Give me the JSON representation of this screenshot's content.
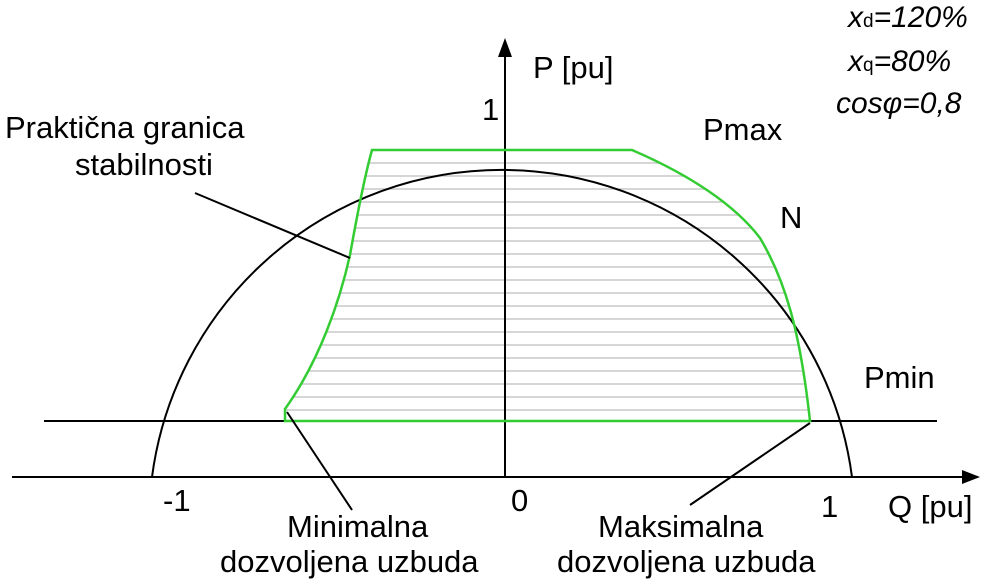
{
  "axes": {
    "y_label": "P [pu]",
    "x_label": "Q [pu]",
    "y_tick_1": "1",
    "x_tick_neg1": "-1",
    "x_tick_0": "0",
    "x_tick_1": "1"
  },
  "params": {
    "xd_symbol": "x",
    "xd_sub": "d",
    "xd_value": "=120%",
    "xq_symbol": "x",
    "xq_sub": "q",
    "xq_value": "=80%",
    "cosphi": "cosφ=0,8"
  },
  "labels": {
    "pmax": "Pmax",
    "n": "N",
    "pmin": "Pmin",
    "stability_line1": "Praktična granica",
    "stability_line2": "stabilnosti",
    "min_exc_line1": "Minimalna",
    "min_exc_line2": "dozvoljena uzbuda",
    "max_exc_line1": "Maksimalna",
    "max_exc_line2": "dozvoljena uzbuda"
  },
  "colors": {
    "region_outline": "#33cc33",
    "hatch": "#c8c8c8",
    "lines": "#000000"
  }
}
